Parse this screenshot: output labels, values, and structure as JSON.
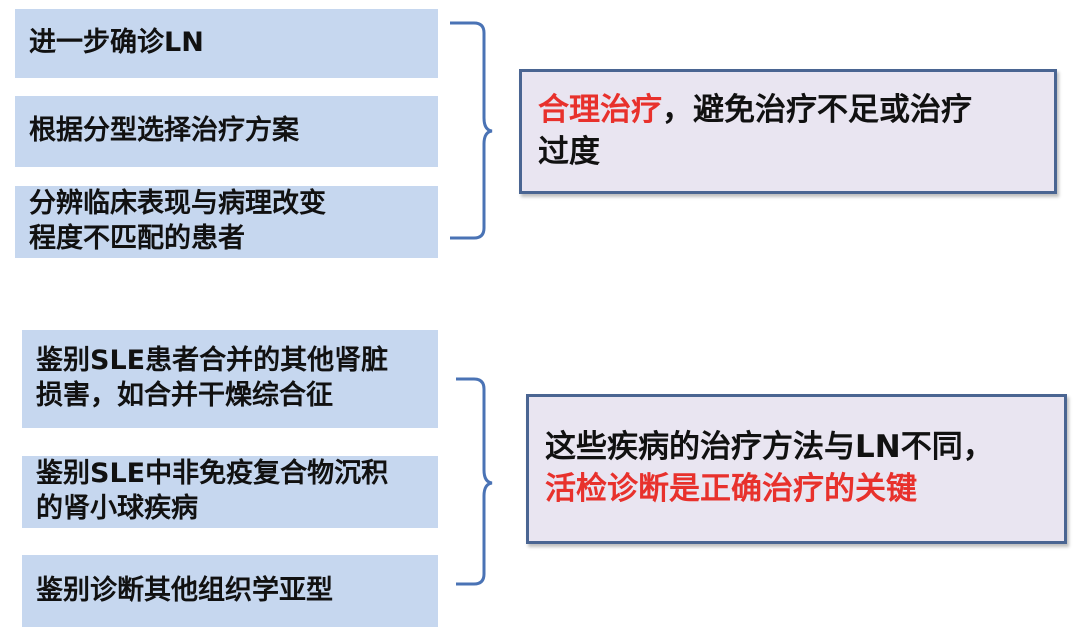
{
  "group1": {
    "items": [
      {
        "label": "进一步确诊LN"
      },
      {
        "label": "根据分型选择治疗方案"
      },
      {
        "line1": "分辨临床表现与病理改变",
        "line2": "程度不匹配的患者"
      }
    ],
    "conclusion": {
      "highlight": "合理治疗",
      "rest_line1": "，避免治疗不足或治疗",
      "line2": "过度"
    }
  },
  "group2": {
    "items": [
      {
        "line1": "鉴别SLE患者合并的其他肾脏",
        "line2": "损害，如合并干燥综合征"
      },
      {
        "line1": "鉴别SLE中非免疫复合物沉积",
        "line2": "的肾小球疾病"
      },
      {
        "label": "鉴别诊断其他组织学亚型"
      }
    ],
    "conclusion": {
      "line1": "这些疾病的治疗方法与LN不同，",
      "line2_highlight": "活检诊断是正确治疗的关键"
    }
  },
  "colors": {
    "box_fill": "#c6d7ef",
    "bracket": "#4a73b5",
    "conclusion_fill": "#e9e5f1",
    "conclusion_border": "#4a6592",
    "highlight": "#e8312c"
  }
}
